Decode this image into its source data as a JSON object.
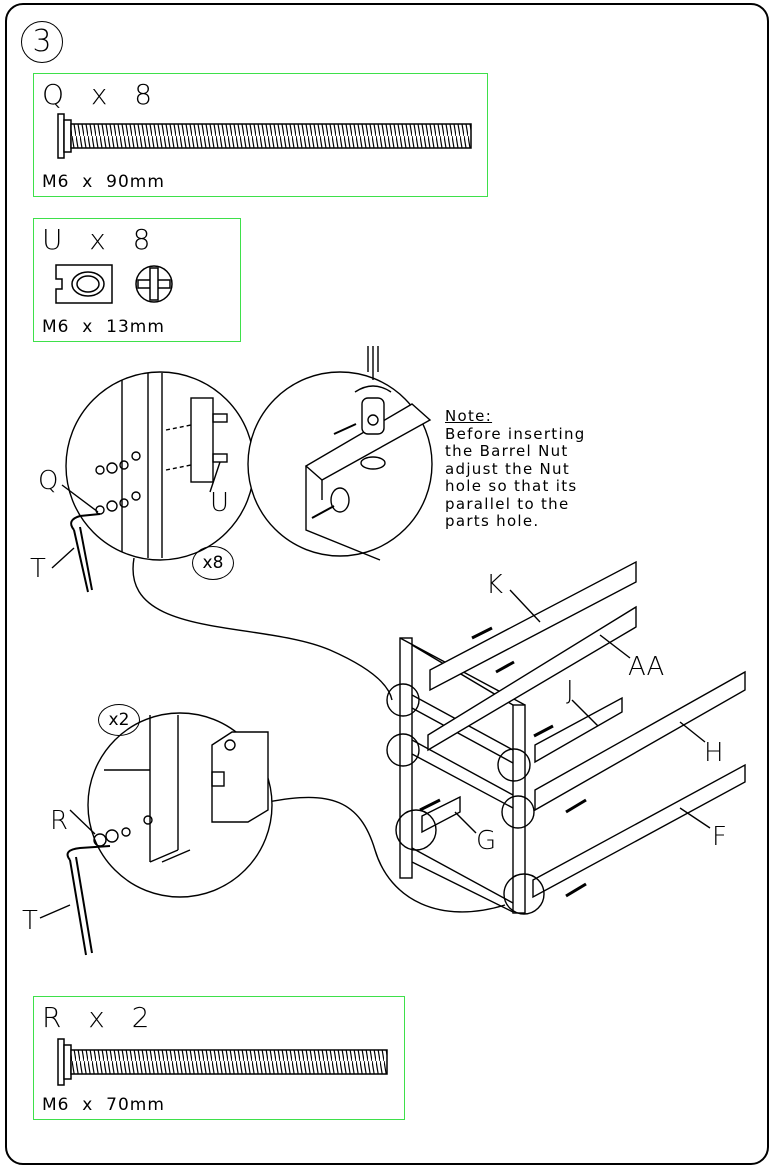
{
  "step": {
    "number": "3"
  },
  "parts": {
    "q": {
      "code": "Q  x  8",
      "size": "M6  x  90mm"
    },
    "u": {
      "code": "U  x  8",
      "size": "M6  x  13mm"
    },
    "r": {
      "code": "R  x  2",
      "size": "M6  x  70mm"
    }
  },
  "note": {
    "title": "Note:",
    "lines": [
      "Before inserting",
      "the Barrel Nut",
      "adjust the Nut",
      "hole so that its",
      "parallel to the",
      "parts hole."
    ]
  },
  "callouts": {
    "q": "Q",
    "t_top": "T",
    "u": "U",
    "x8": "x8",
    "x2": "x2",
    "r": "R",
    "t_bottom": "T",
    "k": "K",
    "aa": "AA",
    "j": "J",
    "h": "H",
    "g": "G",
    "f": "F"
  }
}
